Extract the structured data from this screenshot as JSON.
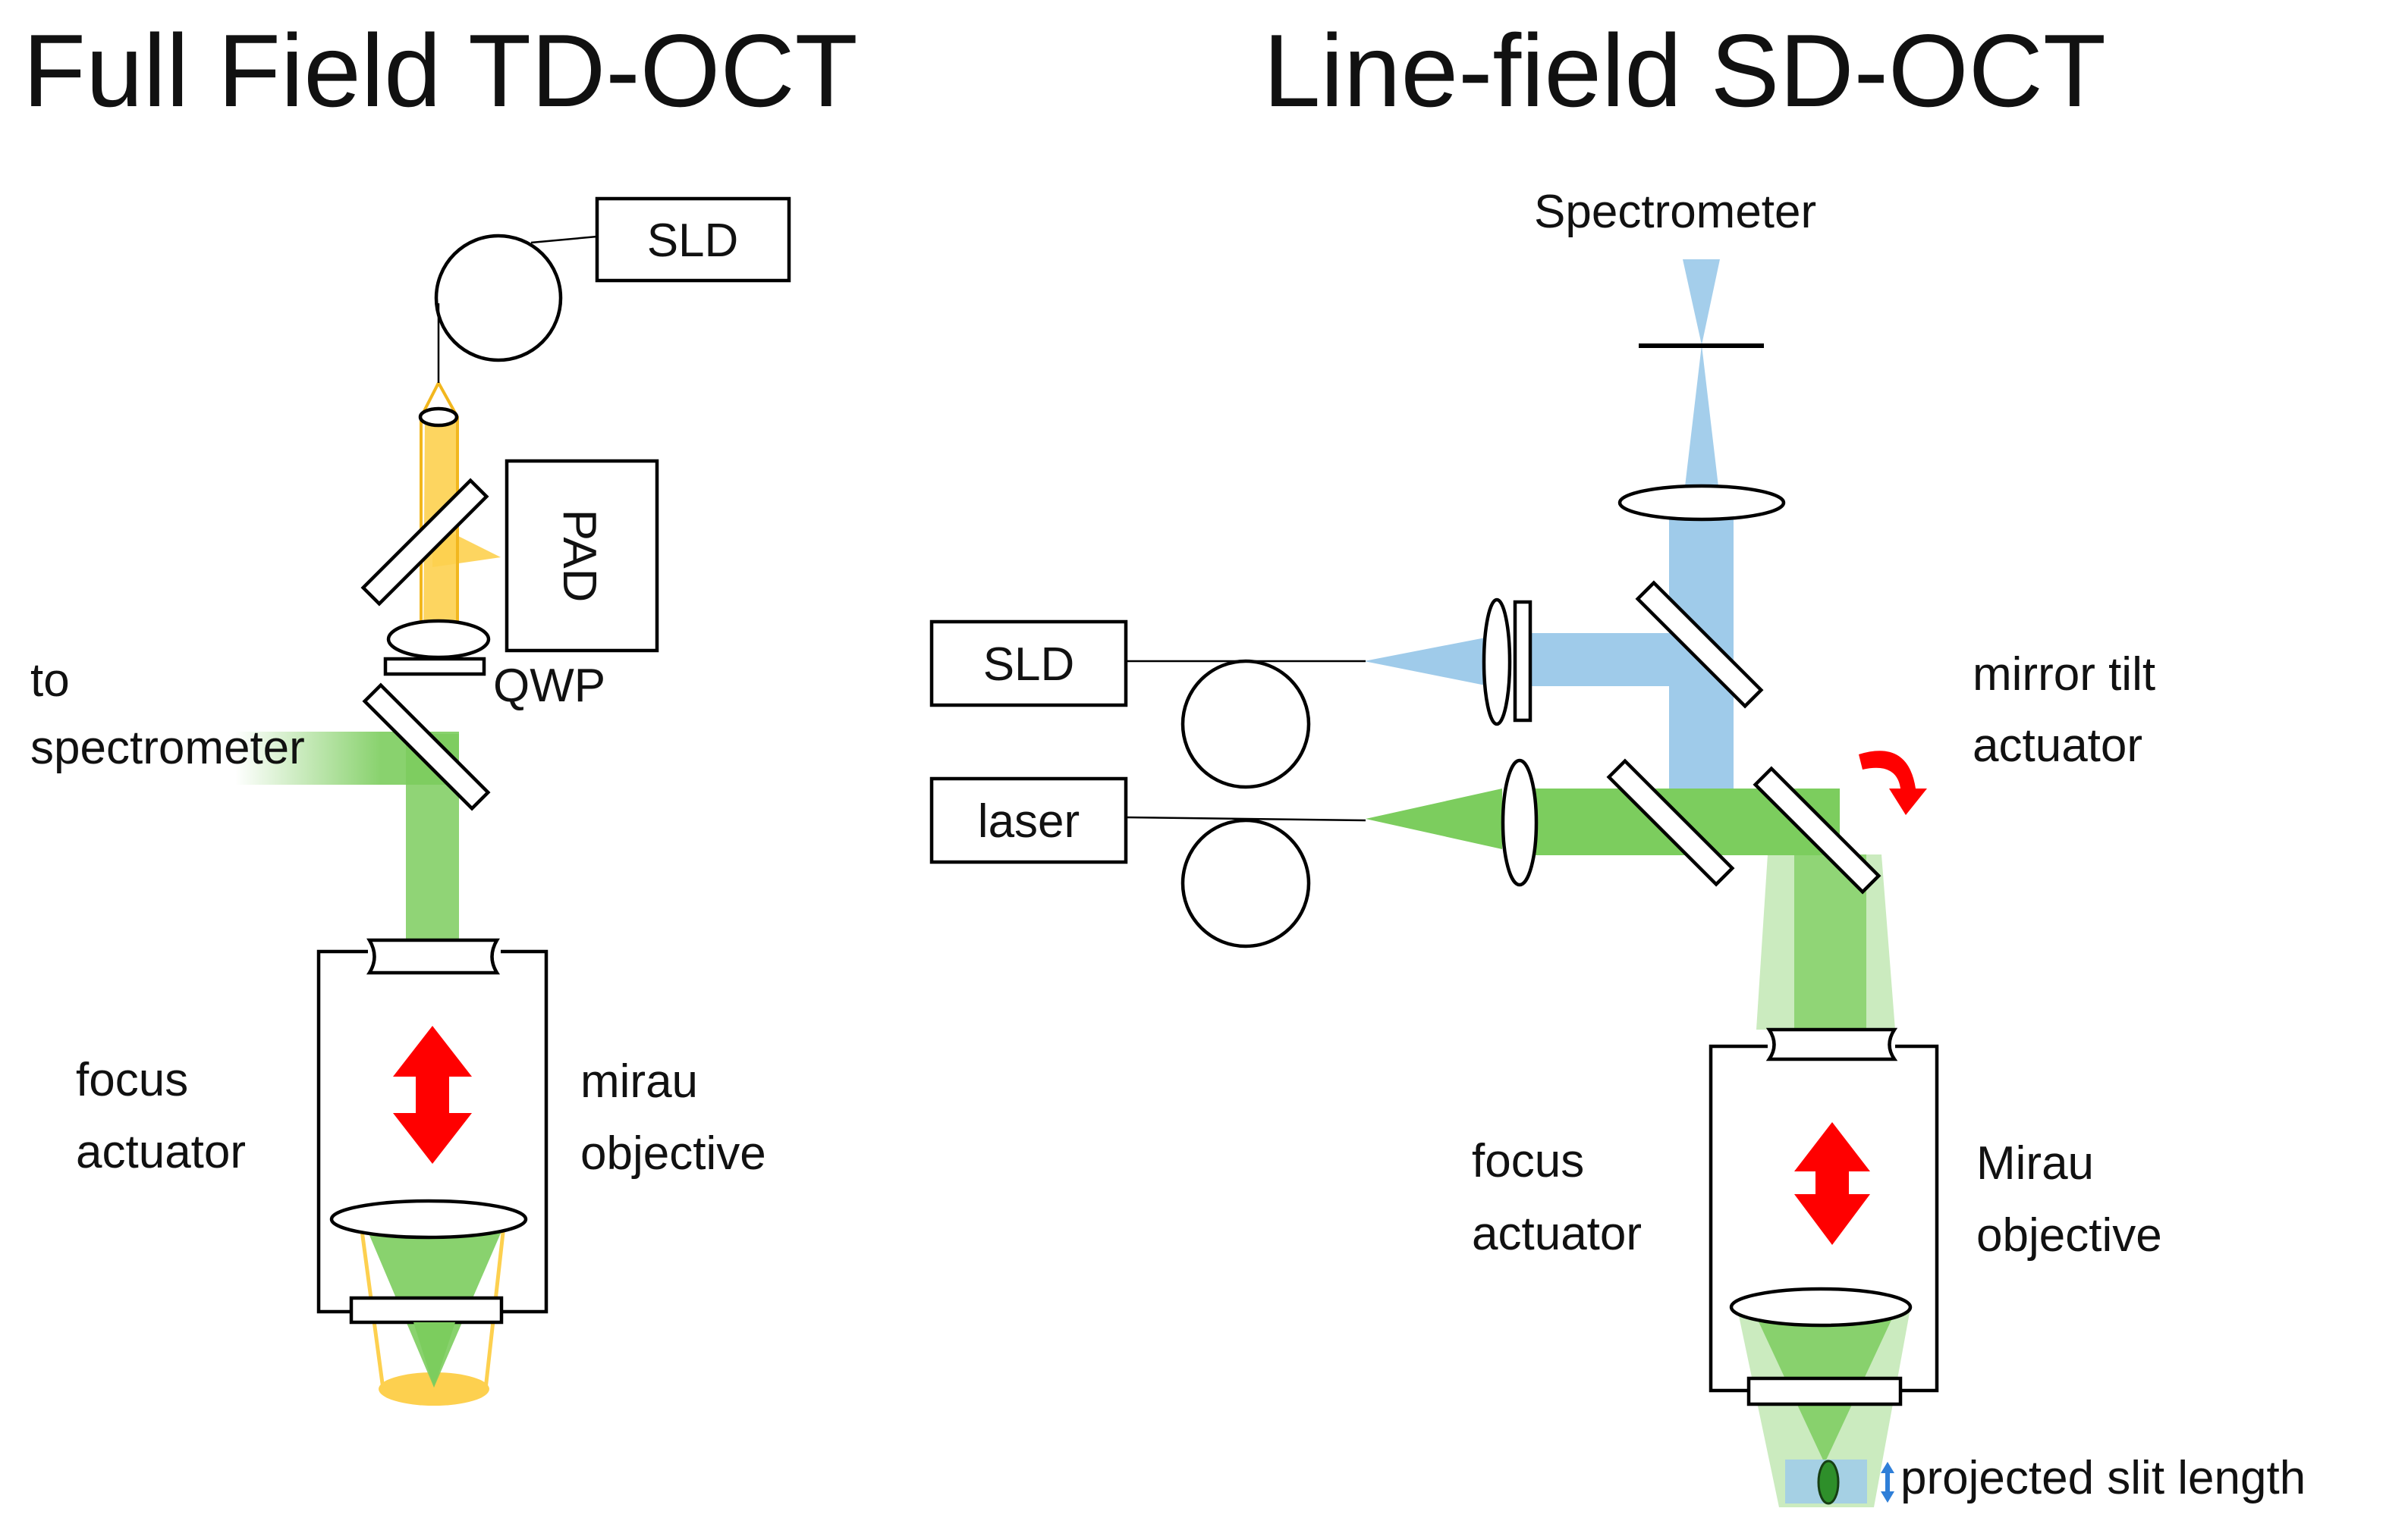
{
  "left_panel": {
    "title": "Full Field TD-OCT",
    "sld_label": "SLD",
    "pad_label": "PAD",
    "qwp_label": "QWP",
    "to_spectrometer_line1": "to",
    "to_spectrometer_line2": "spectrometer",
    "focus_line1": "focus",
    "focus_line2": "actuator",
    "mirau_line1": "mirau",
    "mirau_line2": "objective"
  },
  "right_panel": {
    "title": "Line-field SD-OCT",
    "spectrometer_label": "Spectrometer",
    "sld_label": "SLD",
    "laser_label": "laser",
    "mirror_line1": "mirror tilt",
    "mirror_line2": "actuator",
    "focus_line1": "focus",
    "focus_line2": "actuator",
    "mirau_line1": "Mirau",
    "mirau_line2": "objective",
    "slit_label": "projected slit length"
  },
  "colors": {
    "green_beam": "#7ccd5e",
    "blue_beam": "#9fcbea",
    "yellow_beam": "#fdd04f",
    "arrow_red": "#ff0000",
    "slit_arrow_blue": "#2f7fd8",
    "slit_spot": "#2e8f2a"
  }
}
